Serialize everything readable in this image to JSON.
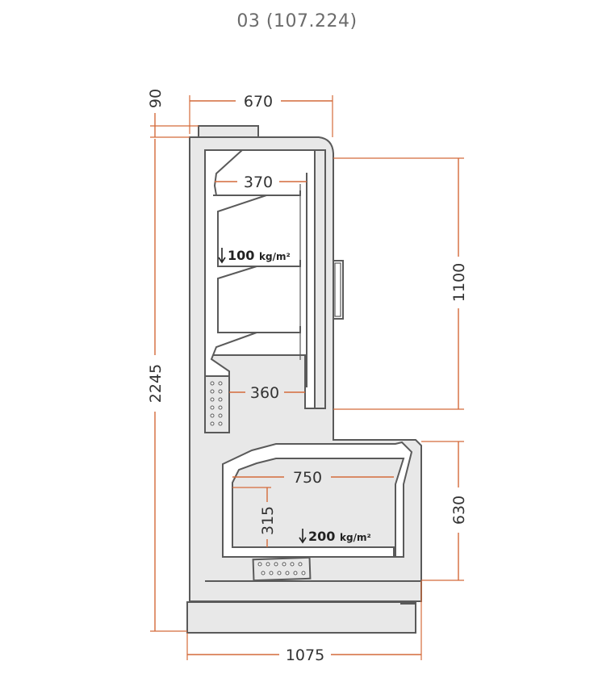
{
  "title": "03 (107.224)",
  "dimensions": {
    "top_width": "670",
    "top_height": "90",
    "total_height": "2245",
    "shelf_depth": "370",
    "shelf_load": "100",
    "shelf_load_unit": "kg/m²",
    "lower_shelf_depth": "360",
    "upper_height": "1100",
    "well_depth": "750",
    "well_height": "315",
    "well_load": "200",
    "well_load_unit": "kg/m²",
    "lower_height": "630",
    "total_width": "1075"
  },
  "colors": {
    "dimension_line": "#d46a3a",
    "outline": "#5a5a5a",
    "body_fill": "#e8e8e8"
  }
}
